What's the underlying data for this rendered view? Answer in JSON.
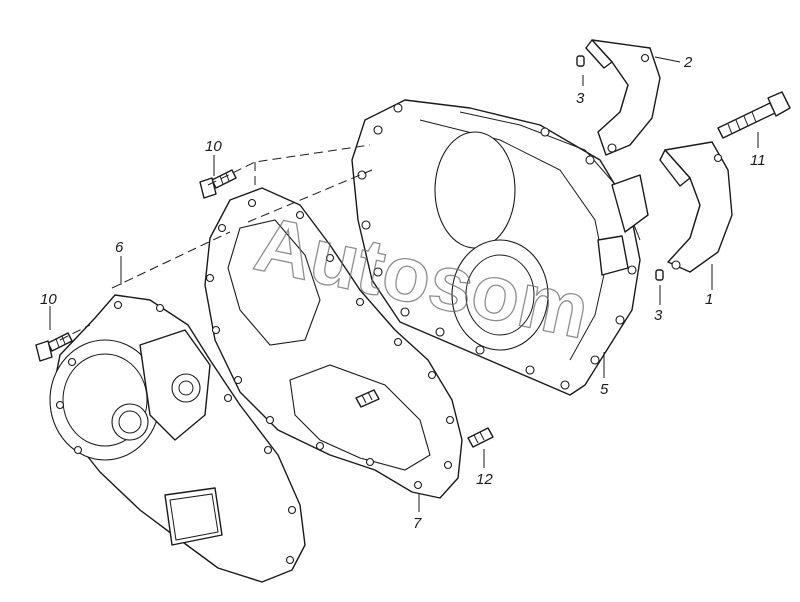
{
  "watermark": "Autosom",
  "part_labels": {
    "p1": "1",
    "p2": "2",
    "p3a": "3",
    "p3b": "3",
    "p5": "5",
    "p6": "6",
    "p7": "7",
    "p10a": "10",
    "p10b": "10",
    "p11": "11",
    "p12": "12"
  }
}
